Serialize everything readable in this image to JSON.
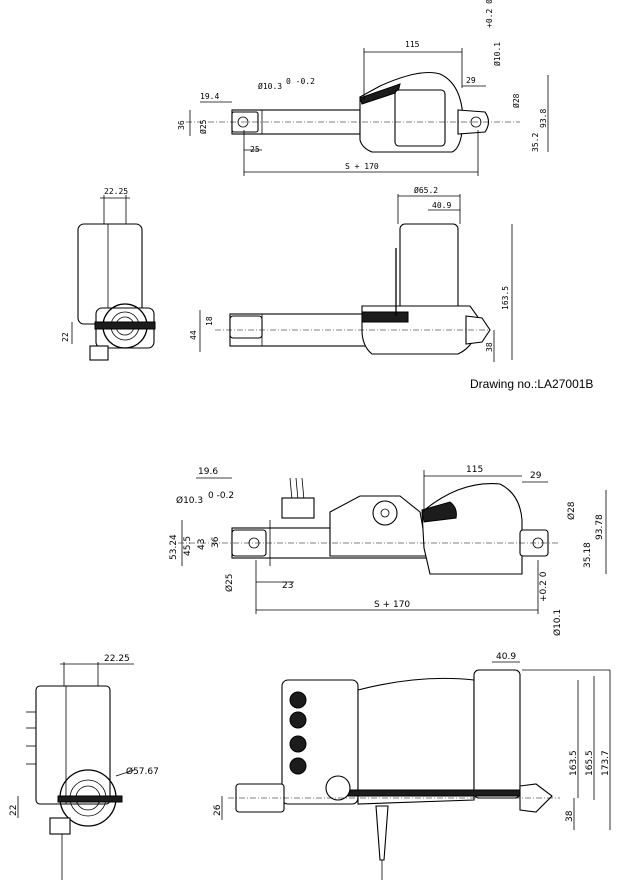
{
  "drawing_number": "Drawing no.:LA27001B",
  "view1": {
    "d_115": "115",
    "d_10_1": "Ø10.1",
    "d_10_1_tol": "+0.2 0",
    "d_29": "29",
    "d_28": "Ø28",
    "d_19_4": "19.4",
    "d_10_3": "Ø10.3",
    "d_10_3_tol": "0 -0.2",
    "d_36": "36",
    "d_25dia": "Ø25",
    "d_93_8": "93.8",
    "d_35_2": "35.2",
    "d_25": "25",
    "d_stroke": "S + 170"
  },
  "view2": {
    "d_22_25": "22.25",
    "d_22": "22",
    "d_65_2": "Ø65.2",
    "d_40_9": "40.9",
    "d_163_5": "163.5",
    "d_44": "44",
    "d_18": "18",
    "d_38": "38"
  },
  "view3": {
    "d_19_6": "19.6",
    "d_10_3": "Ø10.3",
    "d_10_3_tol": "0 -0.2",
    "d_115": "115",
    "d_29": "29",
    "d_28": "Ø28",
    "d_53_24": "53.24",
    "d_45_5": "45.5",
    "d_43": "43",
    "d_36": "36",
    "d_93_78": "93.78",
    "d_35_18": "35.18",
    "d_25": "Ø25",
    "d_23": "23",
    "d_stroke": "S + 170",
    "d_10_1": "Ø10.1",
    "d_10_1_tol": "+0.2 0"
  },
  "view4": {
    "d_22_25": "22.25",
    "d_57_67": "Ø57.67",
    "d_22": "22",
    "d_40_9": "40.9",
    "d_163_5": "163.5",
    "d_165_5": "165.5",
    "d_173_7": "173.7",
    "d_26": "26",
    "d_38": "38"
  }
}
